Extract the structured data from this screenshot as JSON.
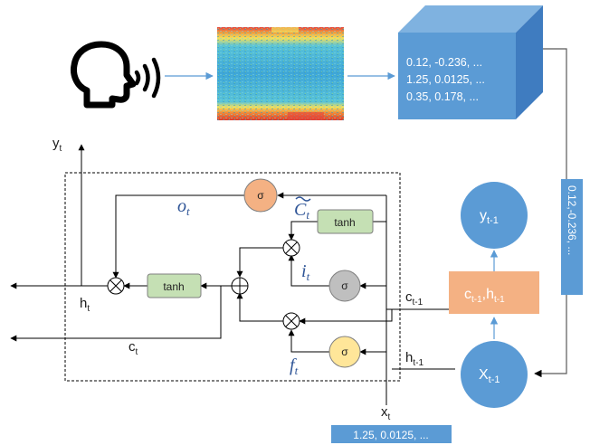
{
  "cube_lines": [
    "0.12, -0.236, ...",
    "1.25, 0.0125, ...",
    "0.35, 0.178, ..."
  ],
  "vertical_vector": "0.12,-0.236, ...",
  "input_vector": "1.25, 0.0125, ...",
  "gates": {
    "output_sigma": "σ",
    "input_sigma": "σ",
    "forget_sigma": "σ",
    "candidate_tanh": "tanh",
    "cell_tanh": "tanh"
  },
  "labels": {
    "y_t": {
      "base": "y",
      "sub": "t"
    },
    "h_t": {
      "base": "h",
      "sub": "t"
    },
    "c_t": {
      "base": "c",
      "sub": "t"
    },
    "x_t": {
      "base": "x",
      "sub": "t"
    },
    "c_prev": {
      "base": "c",
      "sub": "t-1"
    },
    "h_prev": {
      "base": "h",
      "sub": "t-1"
    },
    "o_t": {
      "base": "o",
      "sub": "t"
    },
    "i_t": {
      "base": "i",
      "sub": "t"
    },
    "f_t": {
      "base": "f",
      "sub": "t"
    },
    "C_tilde": {
      "base": "C",
      "sub": "t"
    }
  },
  "prev_cell": {
    "y": {
      "base": "y",
      "sub": "t-1"
    },
    "x": {
      "base": "X",
      "sub": "t-1"
    },
    "state": {
      "c": "c",
      "c_sub": "t-1",
      "sep": ",",
      "h": "h",
      "h_sub": "t-1"
    }
  },
  "colors": {
    "blue_node": "#5b9bd5",
    "cube_front": "#5b9bd5",
    "cube_top": "#7fb2e0",
    "cube_side": "#3f7cc0",
    "state_box": "#f4b183",
    "tanh_box": "#c5e0b4",
    "sigma_orange": "#f4b183",
    "sigma_gray": "#bfbfbf",
    "sigma_yellow": "#ffe699",
    "math_text": "#2f5597"
  }
}
